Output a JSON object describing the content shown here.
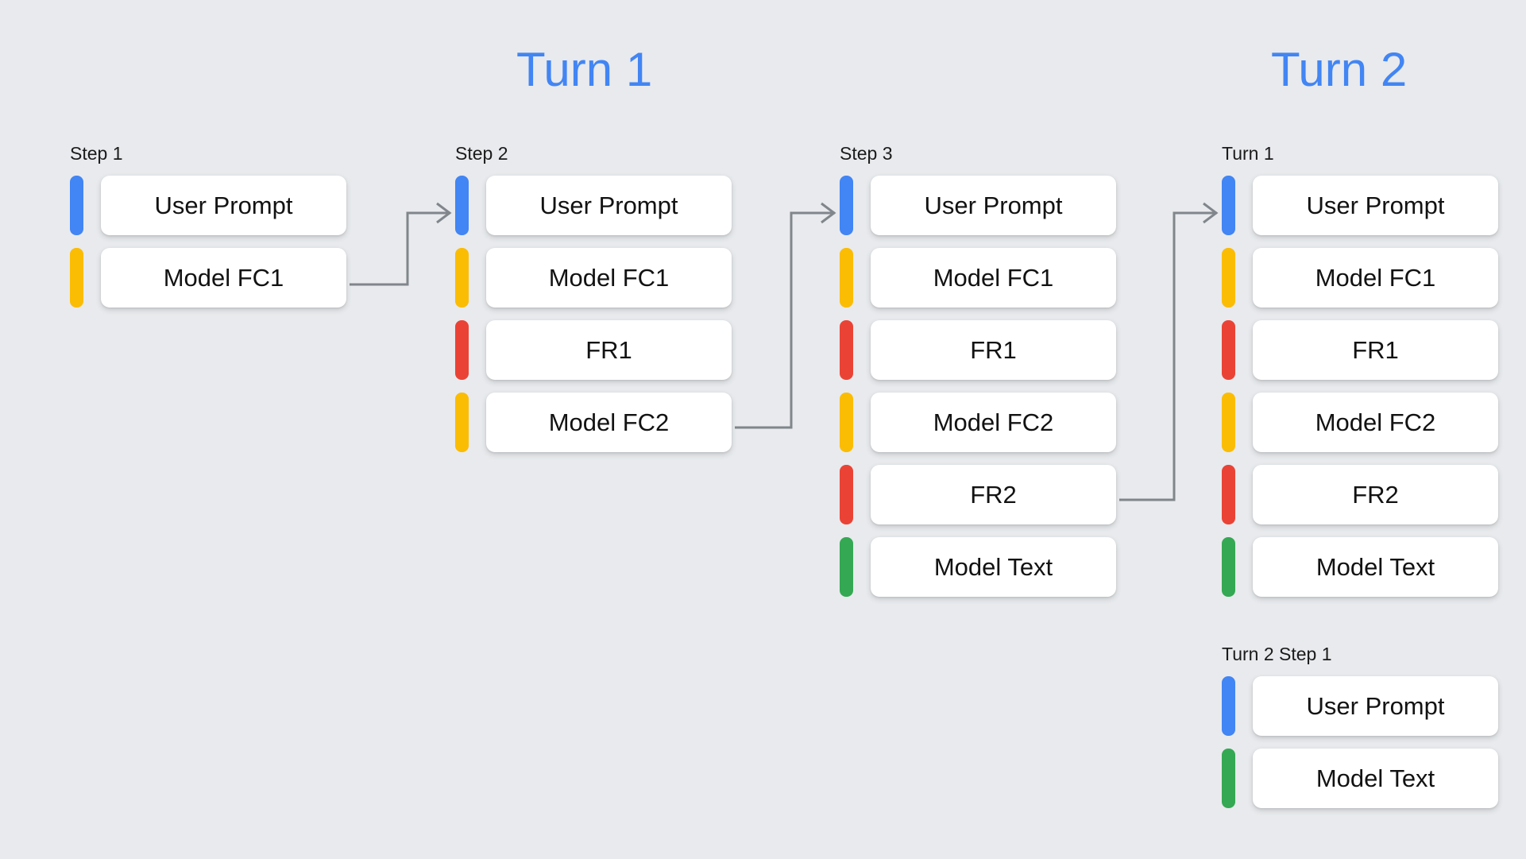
{
  "headings": {
    "turn1": "Turn 1",
    "turn2": "Turn 2"
  },
  "columns": [
    {
      "id": "step1",
      "label": "Step 1",
      "rows": [
        {
          "color": "blue",
          "label": "User Prompt"
        },
        {
          "color": "yellow",
          "label": "Model FC1"
        }
      ]
    },
    {
      "id": "step2",
      "label": "Step 2",
      "rows": [
        {
          "color": "blue",
          "label": "User Prompt"
        },
        {
          "color": "yellow",
          "label": "Model FC1"
        },
        {
          "color": "red",
          "label": "FR1"
        },
        {
          "color": "yellow",
          "label": "Model FC2"
        }
      ]
    },
    {
      "id": "step3",
      "label": "Step 3",
      "rows": [
        {
          "color": "blue",
          "label": "User Prompt"
        },
        {
          "color": "yellow",
          "label": "Model FC1"
        },
        {
          "color": "red",
          "label": "FR1"
        },
        {
          "color": "yellow",
          "label": "Model FC2"
        },
        {
          "color": "red",
          "label": "FR2"
        },
        {
          "color": "green",
          "label": "Model Text"
        }
      ]
    },
    {
      "id": "turn2-a",
      "label": "Turn 1",
      "rows": [
        {
          "color": "blue",
          "label": "User Prompt"
        },
        {
          "color": "yellow",
          "label": "Model FC1"
        },
        {
          "color": "red",
          "label": "FR1"
        },
        {
          "color": "yellow",
          "label": "Model FC2"
        },
        {
          "color": "red",
          "label": "FR2"
        },
        {
          "color": "green",
          "label": "Model Text"
        }
      ]
    },
    {
      "id": "turn2-b",
      "label": "Turn 2 Step 1",
      "rows": [
        {
          "color": "blue",
          "label": "User Prompt"
        },
        {
          "color": "green",
          "label": "Model Text"
        }
      ]
    }
  ],
  "colors": {
    "background": "#E8EAED",
    "card": "#FFFFFF",
    "blue": "#4285F4",
    "yellow": "#FBBC04",
    "red": "#EA4335",
    "green": "#34A853",
    "heading": "#4285F4",
    "connector": "#80868B",
    "text": "#121212"
  },
  "connectors": [
    {
      "name": "step1-to-step2",
      "from": "Model FC1",
      "to": "User Prompt"
    },
    {
      "name": "step2-to-step3",
      "from": "Model FC2",
      "to": "User Prompt"
    },
    {
      "name": "step3-to-turn2",
      "from": "FR2",
      "to": "User Prompt"
    }
  ]
}
